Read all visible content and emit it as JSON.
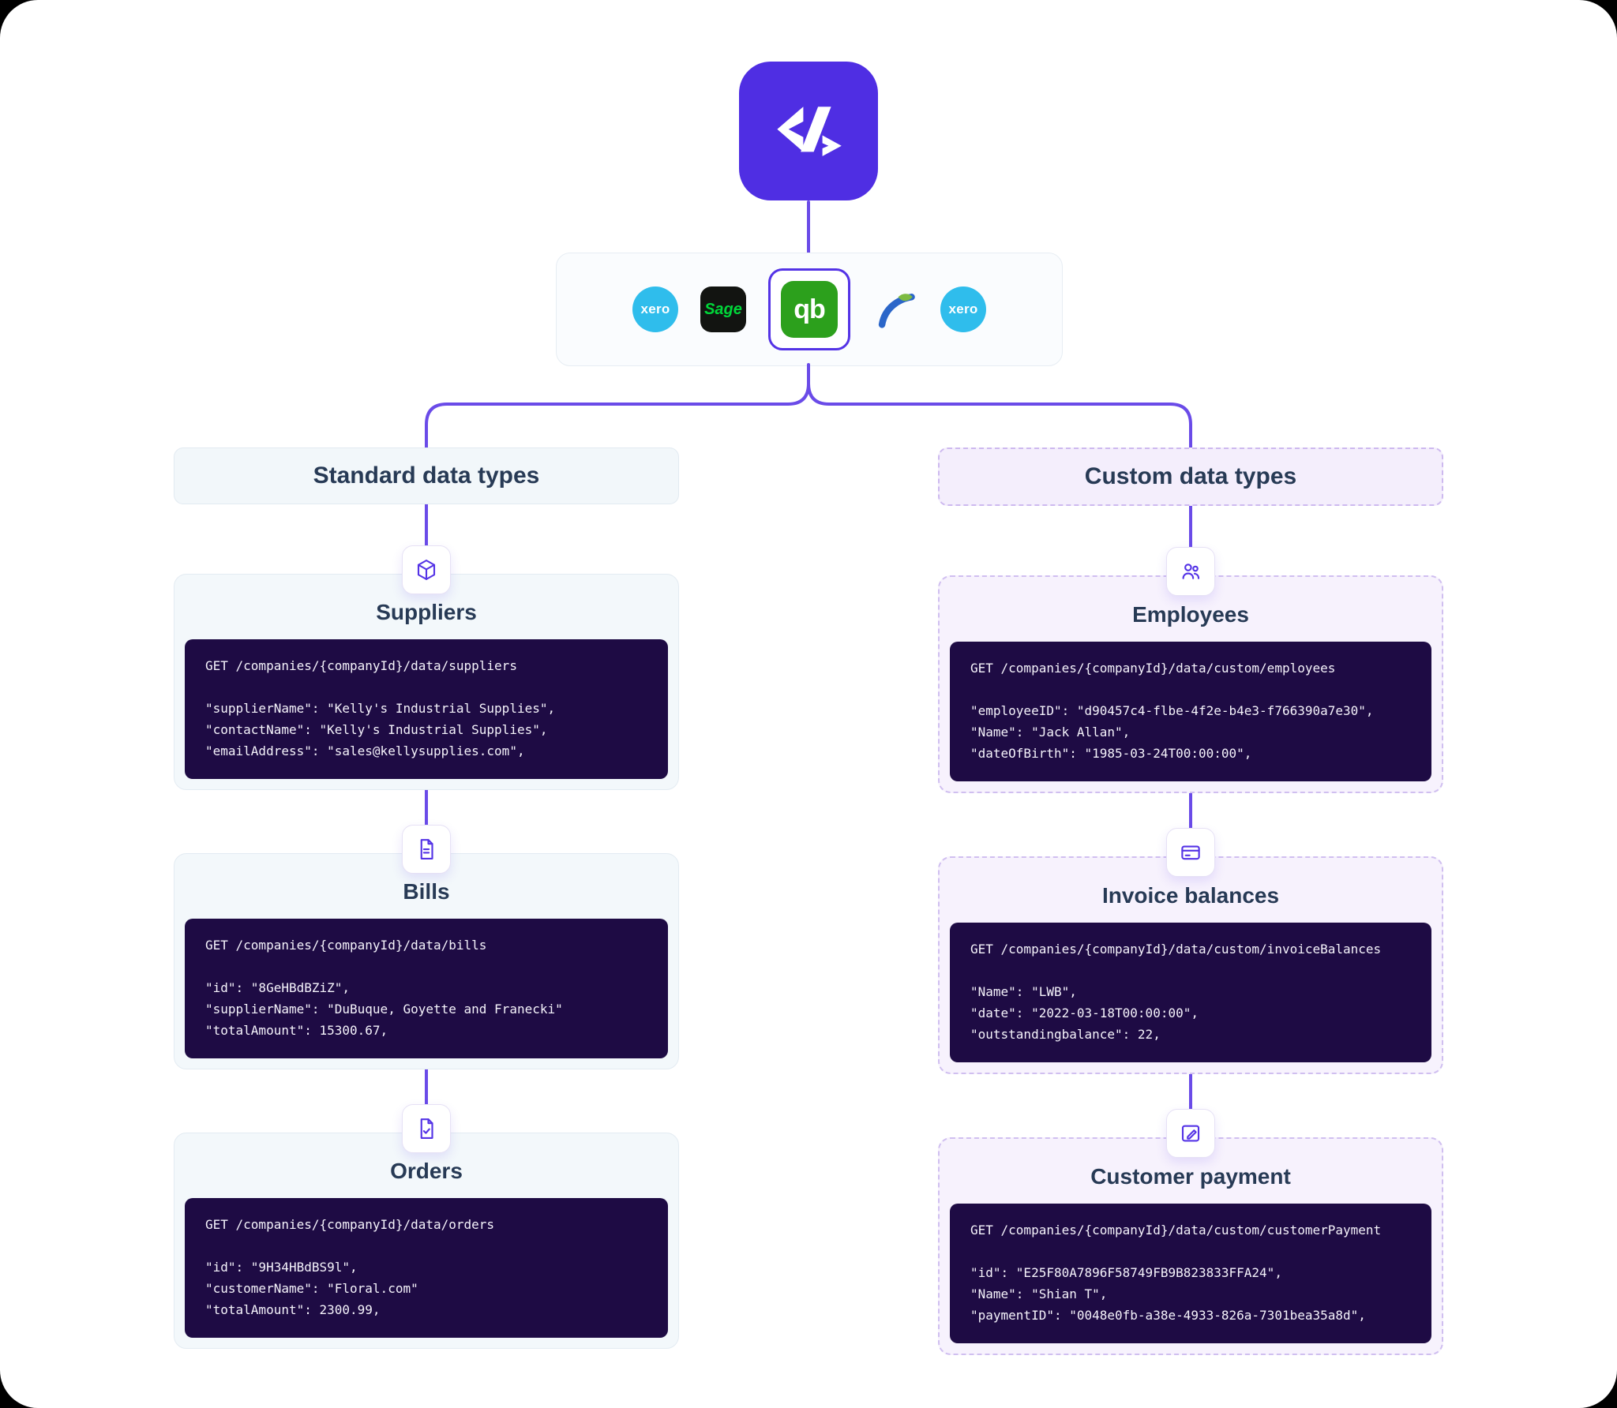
{
  "brand": {
    "logo_name": "codat-logo"
  },
  "theme": {
    "accent_purple": "#5433E6",
    "line_purple": "#6A4BE8",
    "code_background": "#1E0B44",
    "navy_text": "#273A55",
    "xero_blue": "#2FBDEC",
    "sage_green": "#00D639",
    "quickbooks_green": "#2CA01C"
  },
  "connector_bar": {
    "apps": [
      {
        "id": "xero-left",
        "label": "xero",
        "selected": false
      },
      {
        "id": "sage",
        "label": "Sage",
        "selected": false
      },
      {
        "id": "quickbooks",
        "label": "qb",
        "selected": true
      },
      {
        "id": "partner-app",
        "label": "",
        "selected": false
      },
      {
        "id": "xero-right",
        "label": "xero",
        "selected": false
      }
    ]
  },
  "columns": [
    {
      "id": "standard",
      "title": "Standard data types",
      "sections": [
        {
          "icon": "package-icon",
          "title": "Suppliers",
          "request": "GET /companies/{companyId}/data/suppliers",
          "lines": [
            "\"supplierName\": \"Kelly's Industrial Supplies\",",
            "\"contactName\": \"Kelly's Industrial Supplies\",",
            "\"emailAddress\": \"sales@kellysupplies.com\","
          ]
        },
        {
          "icon": "document-icon",
          "title": "Bills",
          "request": "GET /companies/{companyId}/data/bills",
          "lines": [
            "\"id\": \"8GeHBdBZiZ\",",
            "\"supplierName\": \"DuBuque, Goyette and Franecki\"",
            "\"totalAmount\": 15300.67,"
          ]
        },
        {
          "icon": "order-check-icon",
          "title": "Orders",
          "request": "GET /companies/{companyId}/data/orders",
          "lines": [
            "\"id\": \"9H34HBdBS9l\",",
            "\"customerName\": \"Floral.com\"",
            "\"totalAmount\": 2300.99,"
          ]
        }
      ]
    },
    {
      "id": "custom",
      "title": "Custom data types",
      "sections": [
        {
          "icon": "employees-icon",
          "title": "Employees",
          "request": "GET /companies/{companyId}/data/custom/employees",
          "lines": [
            "\"employeeID\": \"d90457c4-flbe-4f2e-b4e3-f766390a7e30\",",
            "\"Name\": \"Jack Allan\",",
            "\"dateOfBirth\": \"1985-03-24T00:00:00\","
          ]
        },
        {
          "icon": "card-icon",
          "title": "Invoice balances",
          "request": "GET /companies/{companyId}/data/custom/invoiceBalances",
          "lines": [
            "\"Name\": \"LWB\",",
            "\"date\": \"2022-03-18T00:00:00\",",
            "\"outstandingbalance\": 22,"
          ]
        },
        {
          "icon": "payment-edit-icon",
          "title": "Customer payment",
          "request": "GET /companies/{companyId}/data/custom/customerPayment",
          "lines": [
            "\"id\": \"E25F80A7896F58749FB9B823833FFA24\",",
            "\"Name\": \"Shian T\",",
            "\"paymentID\": \"0048e0fb-a38e-4933-826a-7301bea35a8d\","
          ]
        }
      ]
    }
  ]
}
